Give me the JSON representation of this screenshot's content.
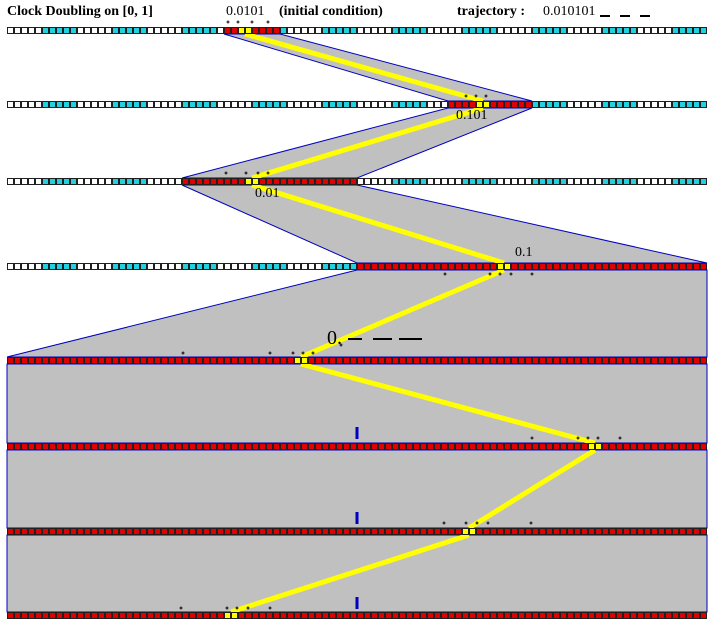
{
  "header": {
    "title": "Clock Doubling on [0, 1]",
    "initial_value": "0.0101",
    "initial_note": "(initial condition)",
    "trajectory_label": "trajectory :",
    "trajectory_value": "0.010101"
  },
  "labels": {
    "row2": "0.101",
    "row3": "0.01",
    "row4": "0.1",
    "row5": "0."
  },
  "colors": {
    "red": "#e00000",
    "cyan": "#22d0e0",
    "yellow": "#ffff00",
    "gray": "#c0c0c0",
    "blue": "#0000c0"
  }
}
